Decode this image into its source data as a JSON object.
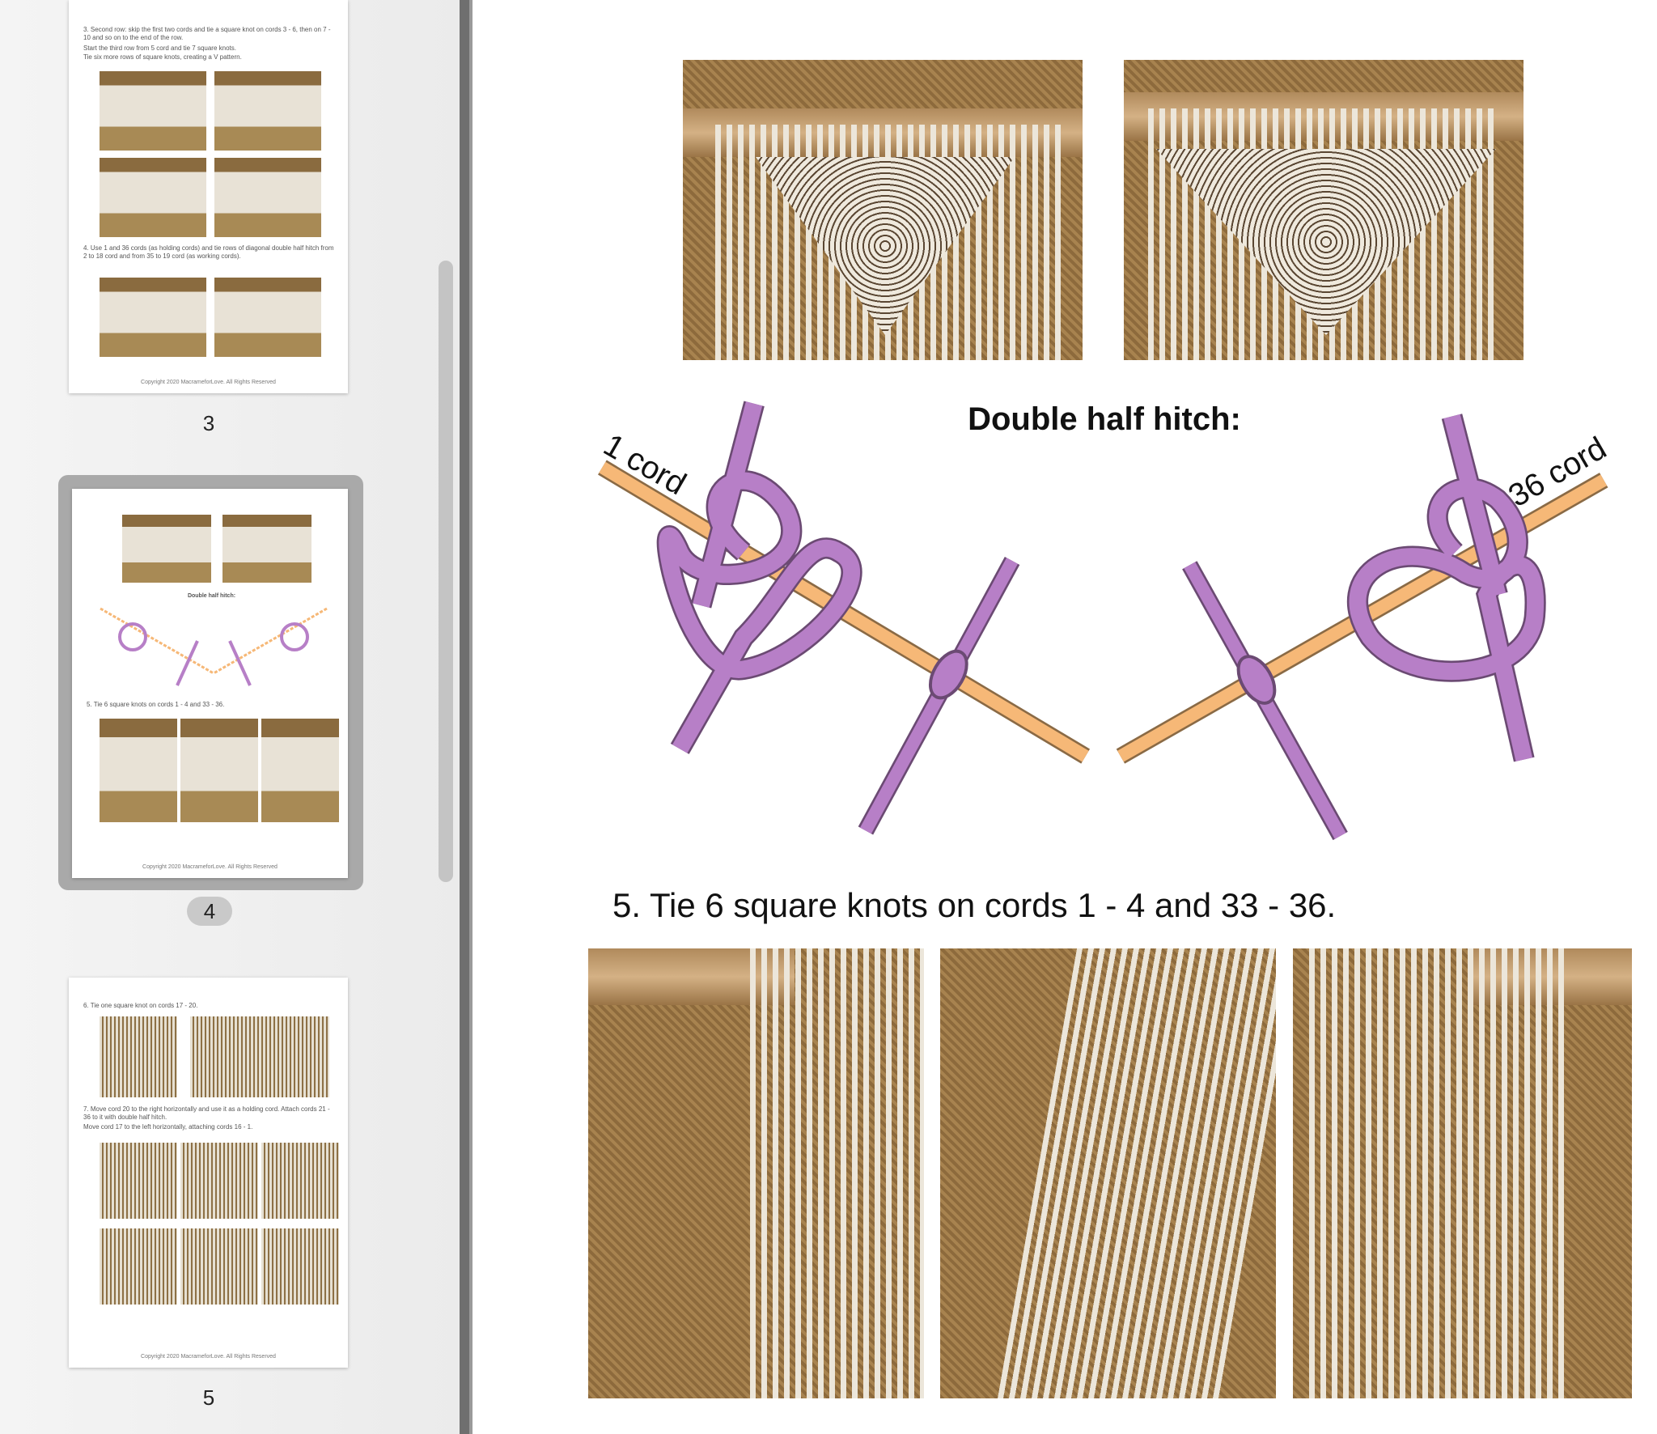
{
  "sidebar": {
    "pages": [
      {
        "number": "3",
        "text": [
          "3. Second row: skip the first two cords and tie a square knot on cords 3 - 6, then on 7 - 10 and so on to the end of the row.",
          "Start the third row from 5 cord and tie 7 square knots.",
          "Tie six more rows of square knots, creating a V pattern.",
          "4. Use 1 and 36 cords (as holding cords) and tie rows of diagonal double half hitch from 2 to 18 cord and from 35 to 19 cord (as working cords)."
        ],
        "footer": "Copyright 2020 MacrameforLove. All Rights Reserved",
        "page_marker": "3"
      },
      {
        "number": "4",
        "selected": true,
        "text": [
          "Double half hitch:",
          "5. Tie 6 square knots on cords 1 - 4 and 33 - 36."
        ],
        "footer": "Copyright 2020 MacrameforLove. All Rights Reserved",
        "page_marker": "4"
      },
      {
        "number": "5",
        "text": [
          "6. Tie one square knot on cords 17 - 20.",
          "7. Move cord 20 to the right horizontally and use it as a holding cord. Attach cords 21 - 36 to it with double half hitch.",
          "Move cord 17 to the left horizontally, attaching cords 16 - 1."
        ],
        "footer": "Copyright 2020 MacrameforLove. All Rights Reserved",
        "page_marker": "5"
      }
    ]
  },
  "main": {
    "diagram_title": "Double half hitch:",
    "label_left": "1 cord",
    "label_right": "36 cord",
    "step5": "5. Tie 6 square knots on cords 1 - 4 and 33 - 36.",
    "colors": {
      "cord_purple": "#b77fc7",
      "cord_orange": "#f6b877"
    }
  }
}
